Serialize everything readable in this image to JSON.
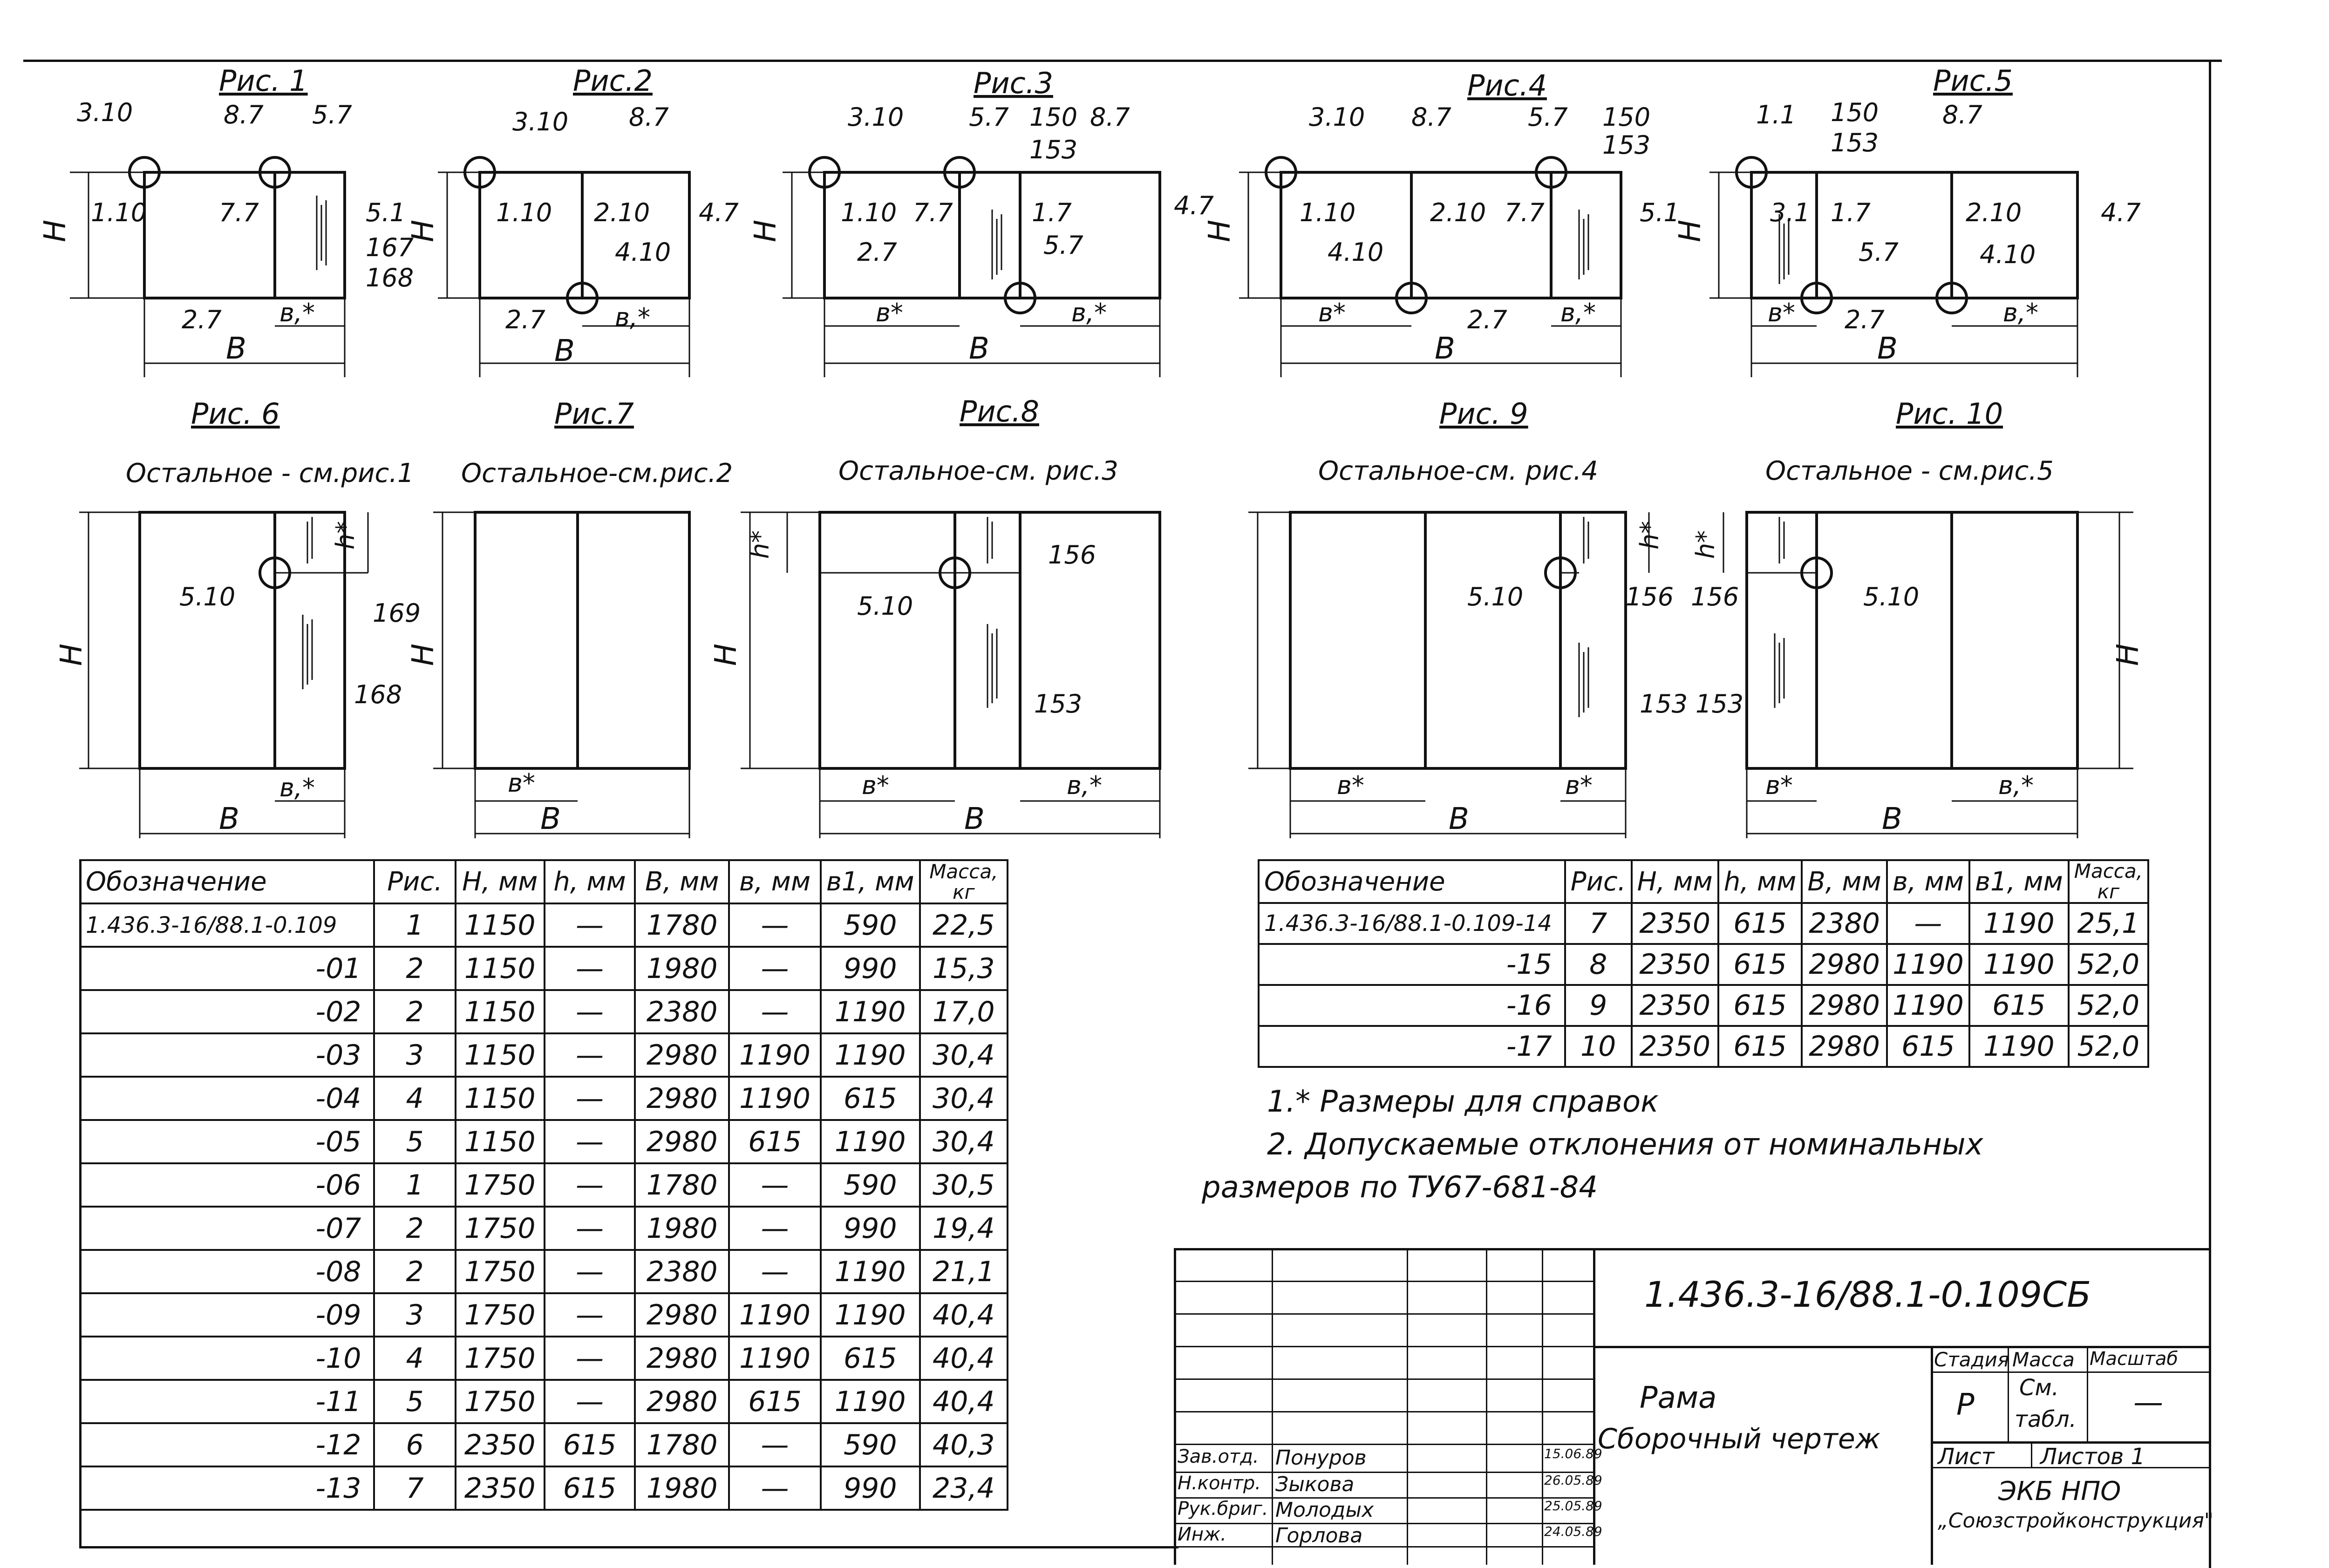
{
  "figures": [
    {
      "title": "Рис. 1",
      "labels": {
        "a": "3.10",
        "b": "8.7",
        "c": "5.7",
        "d": "1.10",
        "e": "7.7",
        "f": "5.1",
        "g": "167",
        "h": "168",
        "i": "2.7",
        "j": "в,*",
        "k": "В",
        "H": "Н"
      }
    },
    {
      "title": "Рис.2",
      "labels": {
        "a": "3.10",
        "b": "8.7",
        "d": "1.10",
        "e": "2.10",
        "f": "4.7",
        "g": "4.10",
        "i": "2.7",
        "j": "в,*",
        "k": "В",
        "H": "Н"
      }
    },
    {
      "title": "Рис.3",
      "labels": {
        "a": "3.10",
        "b": "5.7",
        "c": "150",
        "c2": "8.7",
        "c3": "153",
        "d": "1.10",
        "e": "7.7",
        "e2": "1.7",
        "f": "4.7",
        "g": "5.7",
        "i": "2.7",
        "i2": "в*",
        "j": "в,*",
        "k": "В",
        "H": "Н"
      }
    },
    {
      "title": "Рис.4",
      "labels": {
        "a": "3.10",
        "b": "8.7",
        "c": "5.7",
        "c2": "150",
        "c3": "153",
        "d": "1.10",
        "e": "2.10",
        "e2": "7.7",
        "f": "5.1",
        "g": "4.10",
        "i": "2.7",
        "i2": "в*",
        "j": "в,*",
        "k": "В",
        "H": "Н"
      }
    },
    {
      "title": "Рис.5",
      "labels": {
        "a": "1.1",
        "b": "150",
        "b2": "8.7",
        "c3": "153",
        "d": "3.1",
        "e": "1.7",
        "e2": "2.10",
        "f": "4.7",
        "g": "5.7",
        "g2": "4.10",
        "i": "2.7",
        "i2": "в*",
        "j": "в,*",
        "k": "В",
        "H": "Н"
      }
    },
    {
      "title": "Рис. 6",
      "note": "Остальное - см.рис.1",
      "labels": {
        "a": "5.10",
        "b": "h*",
        "c": "169",
        "d": "168",
        "j": "в,*",
        "k": "В",
        "H": "Н"
      }
    },
    {
      "title": "Рис.7",
      "note": "Остальное-см.рис.2",
      "labels": {
        "i2": "в*",
        "k": "В",
        "H": "Н"
      }
    },
    {
      "title": "Рис.8",
      "note": "Остальное-см. рис.3",
      "labels": {
        "a": "5.10",
        "b": "h*",
        "c": "156",
        "d": "153",
        "i2": "в*",
        "j": "в,*",
        "k": "В",
        "H": "Н"
      }
    },
    {
      "title": "Рис. 9",
      "note": "Остальное-см. рис.4",
      "labels": {
        "a": "5.10",
        "b": "h*",
        "c": "156",
        "d": "153",
        "i2": "в*",
        "i3": "в*",
        "k": "В"
      }
    },
    {
      "title": "Рис. 10",
      "note": "Остальное - см.рис.5",
      "labels": {
        "a": "5.10",
        "b": "h*",
        "c": "156",
        "d": "153",
        "i2": "в*",
        "j": "в,*",
        "k": "В",
        "H": "Н"
      }
    }
  ],
  "table_left": {
    "headers": [
      "Обозначение",
      "Рис.",
      "Н, мм",
      "h, мм",
      "В, мм",
      "в, мм",
      "в1, мм",
      "Масса, кг"
    ],
    "rows": [
      [
        "1.436.3-16/88.1-0.109",
        "1",
        "1150",
        "—",
        "1780",
        "—",
        "590",
        "22,5"
      ],
      [
        "-01",
        "2",
        "1150",
        "—",
        "1980",
        "—",
        "990",
        "15,3"
      ],
      [
        "-02",
        "2",
        "1150",
        "—",
        "2380",
        "—",
        "1190",
        "17,0"
      ],
      [
        "-03",
        "3",
        "1150",
        "—",
        "2980",
        "1190",
        "1190",
        "30,4"
      ],
      [
        "-04",
        "4",
        "1150",
        "—",
        "2980",
        "1190",
        "615",
        "30,4"
      ],
      [
        "-05",
        "5",
        "1150",
        "—",
        "2980",
        "615",
        "1190",
        "30,4"
      ],
      [
        "-06",
        "1",
        "1750",
        "—",
        "1780",
        "—",
        "590",
        "30,5"
      ],
      [
        "-07",
        "2",
        "1750",
        "—",
        "1980",
        "—",
        "990",
        "19,4"
      ],
      [
        "-08",
        "2",
        "1750",
        "—",
        "2380",
        "—",
        "1190",
        "21,1"
      ],
      [
        "-09",
        "3",
        "1750",
        "—",
        "2980",
        "1190",
        "1190",
        "40,4"
      ],
      [
        "-10",
        "4",
        "1750",
        "—",
        "2980",
        "1190",
        "615",
        "40,4"
      ],
      [
        "-11",
        "5",
        "1750",
        "—",
        "2980",
        "615",
        "1190",
        "40,4"
      ],
      [
        "-12",
        "6",
        "2350",
        "615",
        "1780",
        "—",
        "590",
        "40,3"
      ],
      [
        "-13",
        "7",
        "2350",
        "615",
        "1980",
        "—",
        "990",
        "23,4"
      ]
    ]
  },
  "table_right": {
    "headers": [
      "Обозначение",
      "Рис.",
      "Н, мм",
      "h, мм",
      "В, мм",
      "в, мм",
      "в1, мм",
      "Масса, кг"
    ],
    "rows": [
      [
        "1.436.3-16/88.1-0.109-14",
        "7",
        "2350",
        "615",
        "2380",
        "—",
        "1190",
        "25,1"
      ],
      [
        "-15",
        "8",
        "2350",
        "615",
        "2980",
        "1190",
        "1190",
        "52,0"
      ],
      [
        "-16",
        "9",
        "2350",
        "615",
        "2980",
        "1190",
        "615",
        "52,0"
      ],
      [
        "-17",
        "10",
        "2350",
        "615",
        "2980",
        "615",
        "1190",
        "52,0"
      ]
    ]
  },
  "notes": [
    "1.* Размеры для справок",
    "2. Допускаемые отклонения от номинальных",
    "размеров по ТУ67-681-84"
  ],
  "title_block": {
    "document_code": "1.436.3-16/88.1-0.109СБ",
    "name_line1": "Рама",
    "name_line2": "Сборочный чертеж",
    "stage_header": "Стадия",
    "mass_header": "Масса",
    "scale_header": "Масштаб",
    "stage_value": "Р",
    "mass_value_line1": "См.",
    "mass_value_line2": "табл.",
    "scale_value": "—",
    "sheet_label": "Лист",
    "sheets_label": "Листов 1",
    "org_line1": "ЭКБ НПО",
    "org_line2": "„Союзстройконструкция\"",
    "signatures": [
      {
        "role": "Зав.отд.",
        "name": "Понуров",
        "date": "15.06.89"
      },
      {
        "role": "Н.контр.",
        "name": "Зыкова",
        "date": "26.05.89"
      },
      {
        "role": "Рук.бриг.",
        "name": "Молодых",
        "date": "25.05.89"
      },
      {
        "role": "Инж.",
        "name": "Горлова",
        "date": "24.05.89"
      }
    ]
  }
}
